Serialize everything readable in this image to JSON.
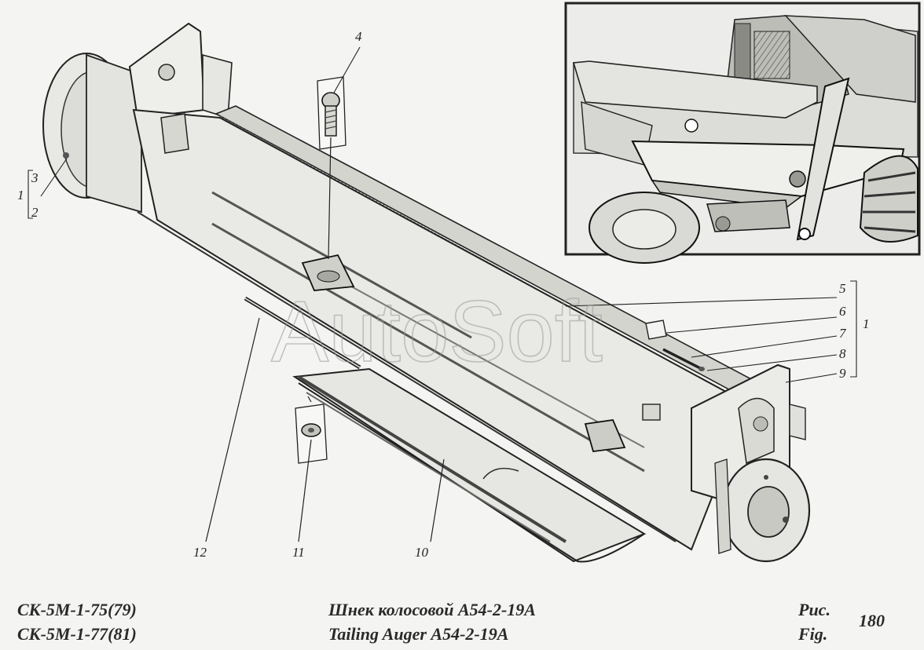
{
  "watermark": "AutoSoft",
  "callouts": {
    "c1_left": "1",
    "c2": "2",
    "c3": "3",
    "c4": "4",
    "c5": "5",
    "c6": "6",
    "c7": "7",
    "c8": "8",
    "c9": "9",
    "c1_right": "1",
    "c10": "10",
    "c11": "11",
    "c12": "12"
  },
  "caption": {
    "model_line1": "СК-5М-1-75(79)",
    "model_line2": "СК-5М-1-77(81)",
    "title_ru": "Шнек колосовой  А54-2-19А",
    "title_en": "Tailing Auger  А54-2-19А",
    "fig_ru": "Рис.",
    "fig_en": "Fig.",
    "fig_number": "180"
  }
}
